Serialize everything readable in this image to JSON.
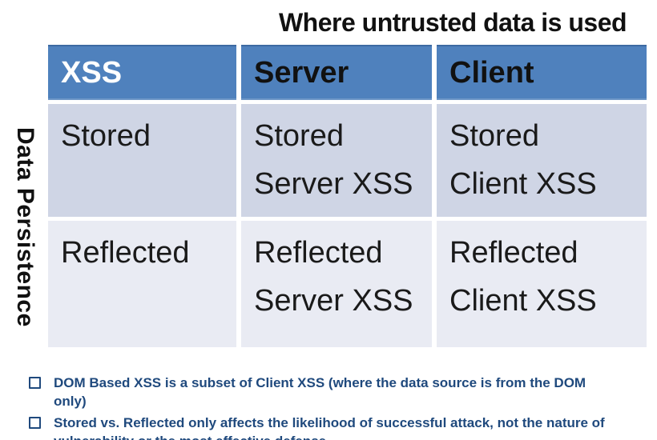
{
  "title": "Where untrusted data is used",
  "y_axis_label": "Data Persistence",
  "table": {
    "columns": [
      "XSS",
      "Server",
      "Client"
    ],
    "rows": [
      {
        "persistence": "Stored",
        "server": [
          "Stored",
          "Server XSS"
        ],
        "client": [
          "Stored",
          "Client XSS"
        ]
      },
      {
        "persistence": "Reflected",
        "server": [
          "Reflected",
          "Server XSS"
        ],
        "client": [
          "Reflected",
          "Client XSS"
        ]
      }
    ]
  },
  "notes": [
    "DOM Based XSS is a subset of Client XSS (where the data source is from the DOM only)",
    "Stored vs. Reflected only affects the likelihood of successful attack, not the nature of vulnerability or the most effective defense"
  ],
  "colors": {
    "header_bg": "#4f81bd",
    "header_xss_text": "#ffffff",
    "header_other_text": "#111111",
    "row_stored_bg": "#cfd5e5",
    "row_reflected_bg": "#e9ebf3",
    "note_text": "#1f497d",
    "title_text": "#111111"
  }
}
